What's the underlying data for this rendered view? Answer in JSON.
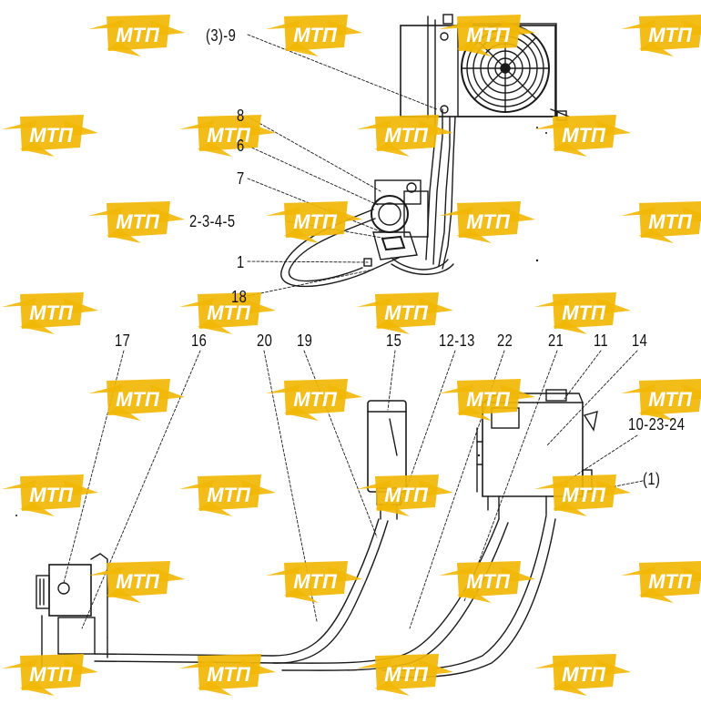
{
  "watermark": {
    "text": "МТП",
    "fill": "#F2B705",
    "text_color": "#FFFFFF"
  },
  "callouts": {
    "c_3_9": "(3)-9",
    "c_8": "8",
    "c_6": "6",
    "c_7": "7",
    "c_2_3_4_5": "2-3-4-5",
    "c_1": "1",
    "c_18": "18",
    "c_17": "17",
    "c_16": "16",
    "c_20": "20",
    "c_19": "19",
    "c_15": "15",
    "c_12_13": "12-13",
    "c_22": "22",
    "c_21": "21",
    "c_11": "11",
    "c_14": "14",
    "c_10_23_24": "10-23-24",
    "c_p1": "(1)"
  },
  "colors": {
    "line": "#1a1a1a",
    "background": "#FFFFFF"
  }
}
